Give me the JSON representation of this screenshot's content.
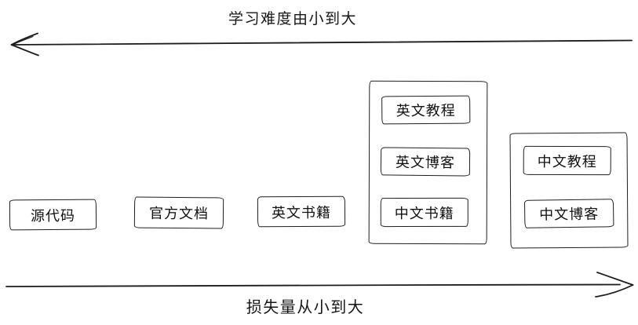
{
  "canvas": {
    "background": "#ffffff",
    "stroke_color": "#1c1c1c"
  },
  "axes": {
    "top": {
      "label": "学习难度由小到大",
      "direction": "left"
    },
    "bottom": {
      "label": "损失量从小到大",
      "direction": "right"
    }
  },
  "nodes": [
    {
      "label": "源代码"
    },
    {
      "label": "官方文档"
    },
    {
      "label": "英文书籍"
    }
  ],
  "groups": [
    {
      "items": [
        {
          "label": "英文教程"
        },
        {
          "label": "英文博客"
        },
        {
          "label": "中文书籍"
        }
      ]
    },
    {
      "items": [
        {
          "label": "中文教程"
        },
        {
          "label": "中文博客"
        }
      ]
    }
  ]
}
